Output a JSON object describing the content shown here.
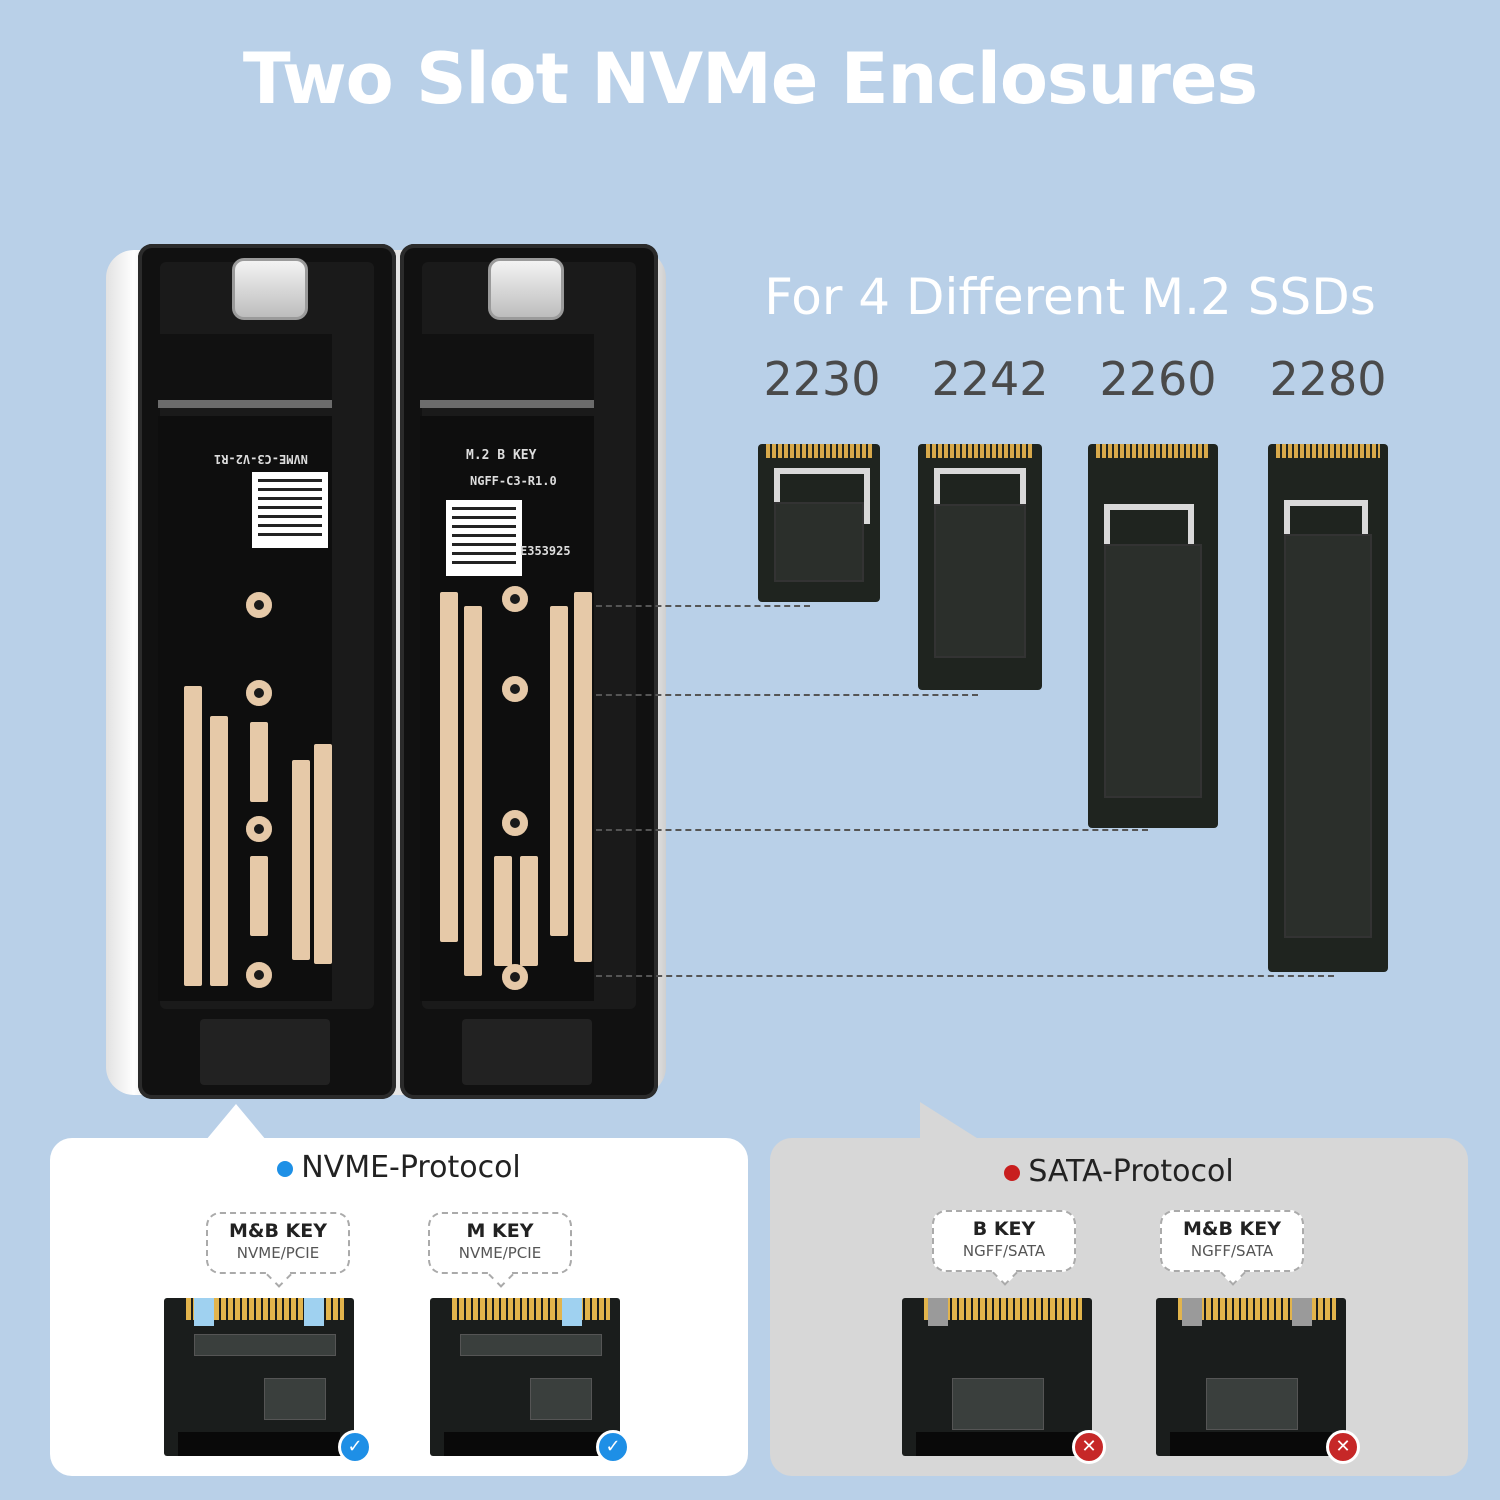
{
  "header": {
    "title": "Two Slot NVMe Enclosures"
  },
  "compatibility": {
    "subtitle": "For 4 Different M.2 SSDs",
    "sizes": [
      "2230",
      "2242",
      "2260",
      "2280"
    ]
  },
  "enclosure": {
    "left_tray_text": "NVME-C3-V2-R1",
    "right_tray_key": "M.2 B KEY",
    "right_tray_text": "NGFF-C3-R1.0",
    "right_tray_code": "E353925"
  },
  "nvme_panel": {
    "title": "NVME-Protocol",
    "dot_color": "#1e90e6",
    "cards": [
      {
        "key": "M&B KEY",
        "protocol": "NVME/PCIE",
        "status": "check-icon"
      },
      {
        "key": "M KEY",
        "protocol": "NVME/PCIE",
        "status": "check-icon"
      }
    ]
  },
  "sata_panel": {
    "title": "SATA-Protocol",
    "dot_color": "#c81e1e",
    "cards": [
      {
        "key": "B KEY",
        "protocol": "NGFF/SATA",
        "status": "cross-icon"
      },
      {
        "key": "M&B KEY",
        "protocol": "NGFF/SATA",
        "status": "cross-icon"
      }
    ]
  },
  "colors": {
    "background": "#b9d0e8",
    "check": "#1e8fe6",
    "cross": "#c62828"
  }
}
